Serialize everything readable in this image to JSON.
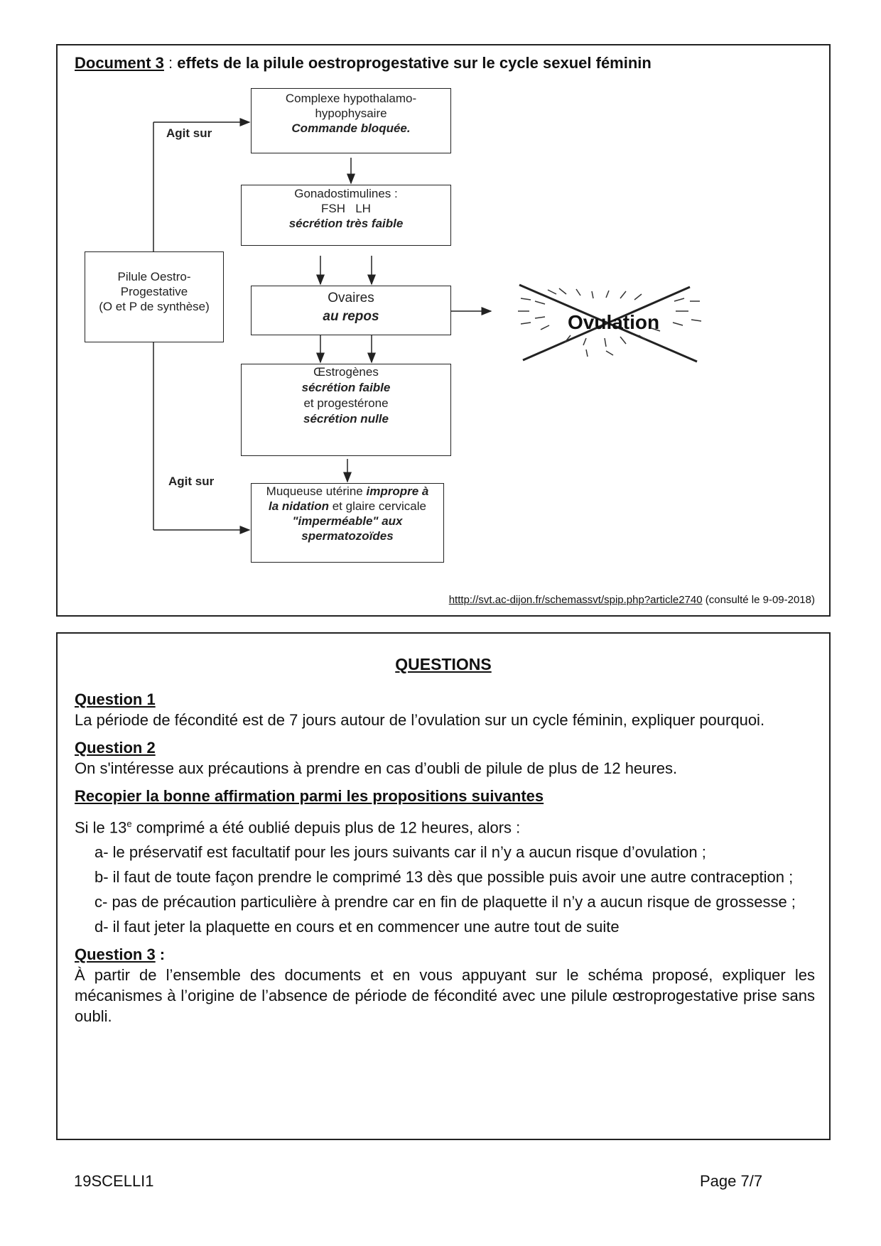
{
  "document3": {
    "label": "Document 3",
    "separator": " : ",
    "title": "effets de la pilule oestroprogestative sur le cycle sexuel féminin",
    "diagram": {
      "hypothalamo": {
        "line1": "Complexe hypothalamo-",
        "line2": "hypophysaire",
        "line3": "Commande bloquée."
      },
      "gonado": {
        "line1": "Gonadostimulines :",
        "line2": "FSH   LH",
        "line3": "sécrétion très faible"
      },
      "ovaires": {
        "line1": "Ovaires",
        "line2": "au repos"
      },
      "oestrogenes": {
        "line1": "Œstrogènes",
        "line2": "sécrétion faible",
        "line3": "et progestérone",
        "line4": "sécrétion nulle"
      },
      "muqueuse": {
        "line1a": "Muqueuse utérine ",
        "line1b": "impropre à",
        "line2a": "la nidation",
        "line2b": " et glaire cervicale",
        "line3": "\"imperméable\" aux",
        "line4": "spermatozoïdes"
      },
      "pilule": {
        "line1": "Pilule Oestro-",
        "line2": "Progestative",
        "line3": "(O et P de synthèse)"
      },
      "agit_sur_top": "Agit sur",
      "agit_sur_bottom": "Agit sur",
      "ovulation": "Ovulation"
    },
    "source": {
      "url": "htttp://svt.ac-dijon.fr/schemassvt/spip.php?article2740",
      "note": " (consulté le 9-09-2018)"
    }
  },
  "questions": {
    "heading": "QUESTIONS",
    "q1": {
      "title": "Question 1",
      "text": "La période de fécondité est de 7 jours autour de l’ovulation sur un cycle féminin, expliquer pourquoi."
    },
    "q2": {
      "title": "Question 2",
      "text": "On s'intéresse aux précautions à prendre en cas d’oubli de pilule de plus de 12 heures.",
      "instruction": "Recopier la bonne affirmation parmi les propositions suivantes",
      "intro_before": "Si le 13",
      "intro_sup": "e",
      "intro_after": " comprimé a été oublié depuis plus de 12 heures, alors :",
      "options": [
        "a- le préservatif est facultatif pour les jours suivants car il n’y a aucun risque d’ovulation ;",
        "b- il faut de toute façon prendre le comprimé 13 dès que possible puis avoir une autre contraception ;",
        "c- pas de précaution particulière à prendre car en fin de plaquette il n’y a aucun risque de grossesse ;",
        "d- il faut jeter la plaquette en cours et en commencer une autre tout de suite"
      ]
    },
    "q3": {
      "title": "Question 3",
      "title_suffix": " :",
      "text": "À partir de l’ensemble des documents et en vous appuyant sur le schéma proposé, expliquer les mécanismes à l’origine de l’absence de période de fécondité avec une pilule œstroprogestative prise sans oubli."
    }
  },
  "footer": {
    "code": "19SCELLI1",
    "page": "Page 7/7"
  }
}
